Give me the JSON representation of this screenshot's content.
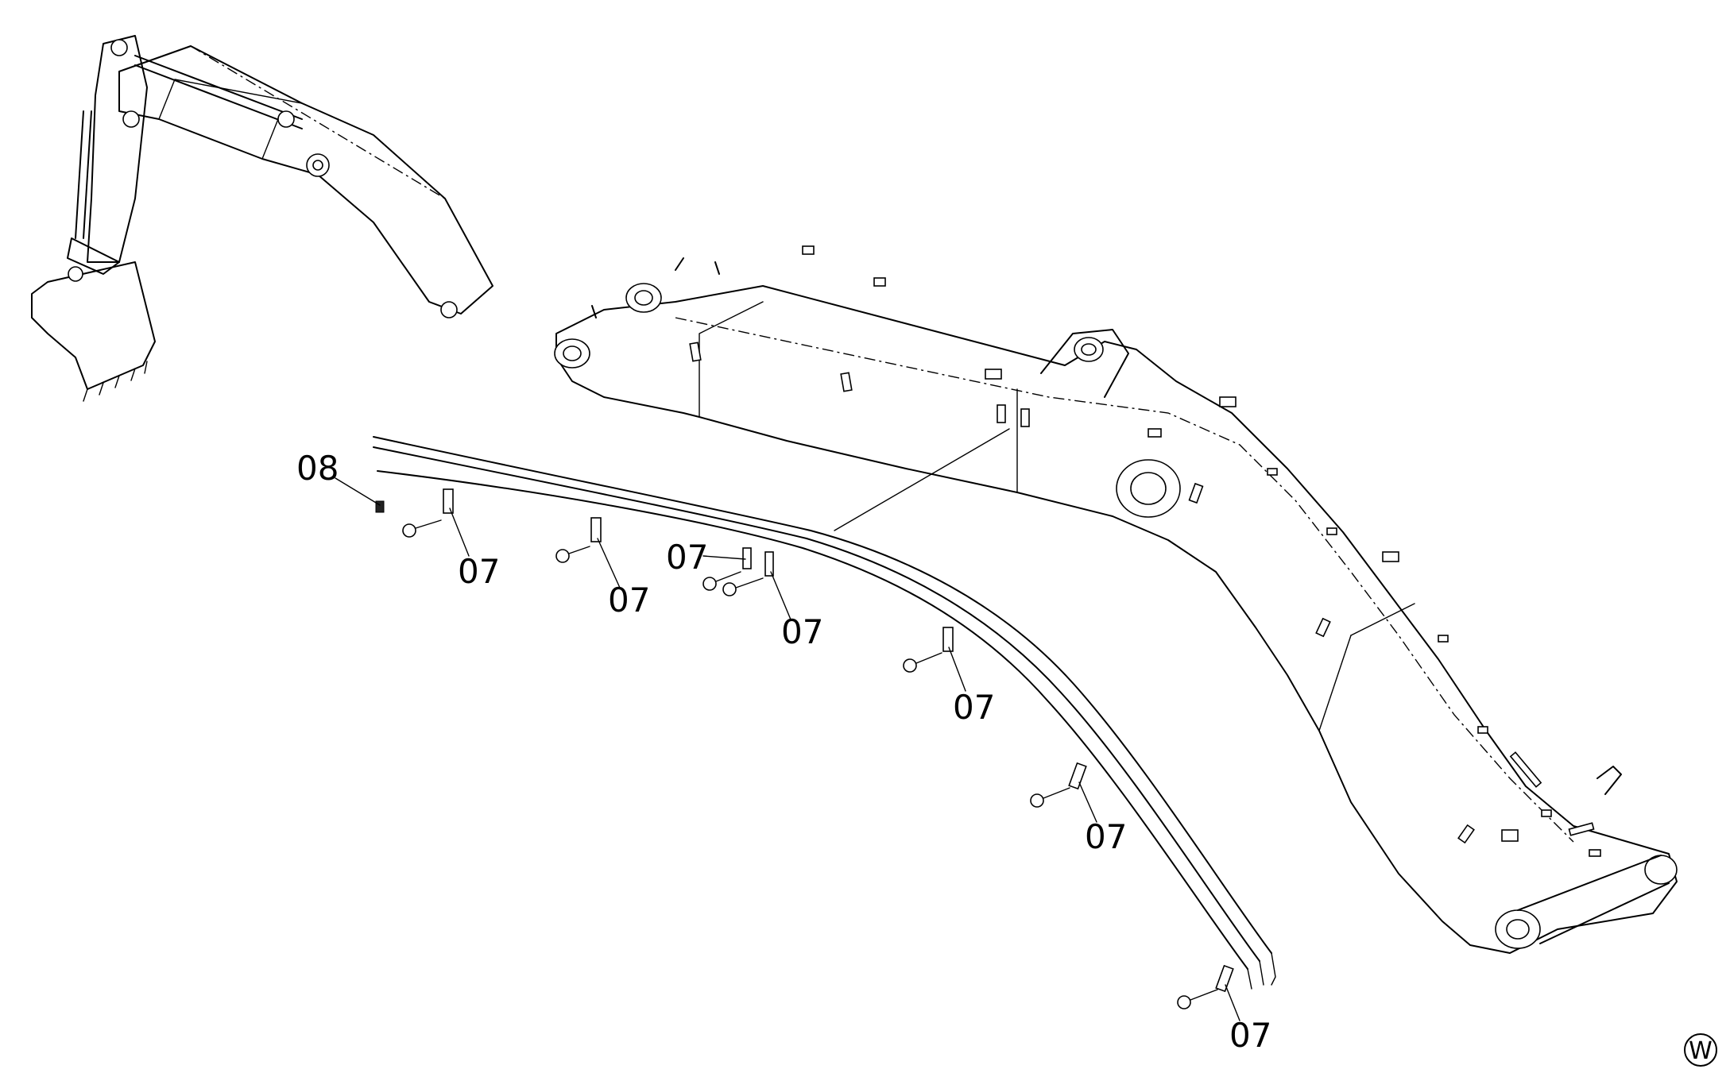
{
  "callouts": [
    {
      "label": "08"
    },
    {
      "label": "07"
    },
    {
      "label": "07"
    },
    {
      "label": "07"
    },
    {
      "label": "07"
    },
    {
      "label": "07"
    },
    {
      "label": "07"
    },
    {
      "label": "07"
    }
  ],
  "corner_badge": "W"
}
